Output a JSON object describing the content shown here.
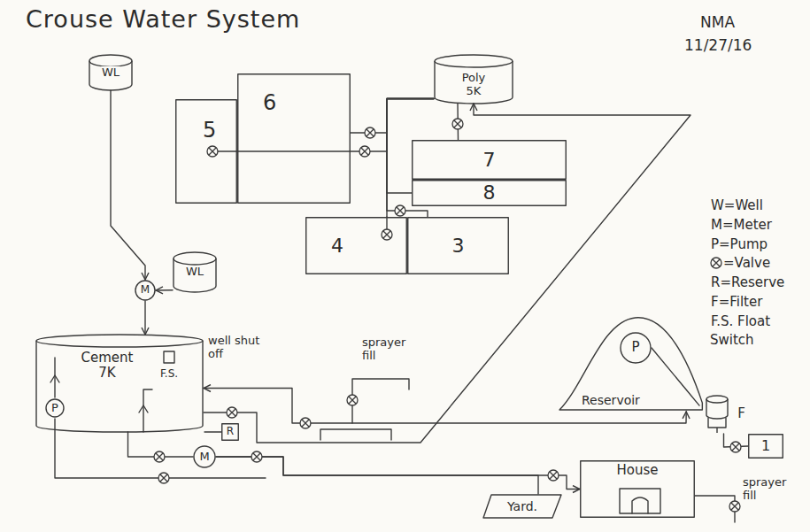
{
  "diagram": {
    "title": "Crouse Water System",
    "nodes": [
      {
        "text": [
          "WL"
        ]
      },
      {
        "text": [
          "5"
        ]
      },
      {
        "text": [
          "6"
        ]
      },
      {
        "text": [
          "Poly 5K"
        ]
      },
      {
        "text": [
          "7"
        ]
      },
      {
        "text": [
          "8"
        ]
      },
      {
        "text": [
          "4"
        ]
      },
      {
        "text": [
          "3"
        ]
      },
      {
        "text": [
          "WL"
        ]
      },
      {
        "text": [
          "M"
        ]
      },
      {
        "text": [
          "Cement 7K"
        ]
      },
      {
        "text": [
          "P"
        ],
        "in": 10
      },
      {
        "text": [
          "F.S."
        ],
        "in": 10
      },
      {
        "text": [
          "R"
        ]
      },
      {
        "text": [
          "M"
        ]
      },
      {
        "text": [
          "Reservoir"
        ]
      },
      {
        "text": [
          "P"
        ],
        "in": 15
      },
      {
        "text": [
          "F"
        ]
      },
      {
        "text": [
          "1"
        ]
      },
      {
        "text": [
          "House"
        ]
      },
      {
        "text": [
          "Yard."
        ]
      }
    ],
    "edges": [
      {
        "from": 0,
        "to": 9,
        "arrow": "to"
      },
      {
        "from": 8,
        "to": 9,
        "arrow": "to"
      },
      {
        "from": 9,
        "to": 10,
        "arrow": "to"
      },
      {
        "from": 10,
        "to": 14,
        "arrow": "none"
      },
      {
        "from": 14,
        "to": 19,
        "arrow": "to"
      },
      {
        "from": 14,
        "to": 20,
        "arrow": "none"
      },
      {
        "from": 10,
        "to": 15,
        "arrow": "both"
      },
      {
        "from": 10,
        "to": 3,
        "arrow": "to"
      },
      {
        "from": 3,
        "to": 4,
        "arrow": "none"
      },
      {
        "from": 3,
        "to": 2,
        "arrow": "none"
      },
      {
        "from": 3,
        "to": 1,
        "arrow": "none"
      },
      {
        "from": 3,
        "to": 5,
        "arrow": "none"
      },
      {
        "from": 3,
        "to": 6,
        "arrow": "none"
      },
      {
        "from": 3,
        "to": 7,
        "arrow": "none"
      },
      {
        "from": 16,
        "to": 17,
        "arrow": "none"
      },
      {
        "from": 17,
        "to": 18,
        "arrow": "none"
      }
    ],
    "labels": [
      "NMA",
      "11/27/16",
      "well shut off",
      "sprayer fill",
      "sprayer fill"
    ],
    "legend": [
      {
        "text": "W=Well"
      },
      {
        "text": "M=Meter"
      },
      {
        "text": "P=Pump"
      },
      {
        "text": "=Valve"
      },
      {
        "text": "R=Reserve"
      },
      {
        "text": "F=Filter"
      },
      {
        "text": "F.S. Float Switch"
      }
    ]
  }
}
